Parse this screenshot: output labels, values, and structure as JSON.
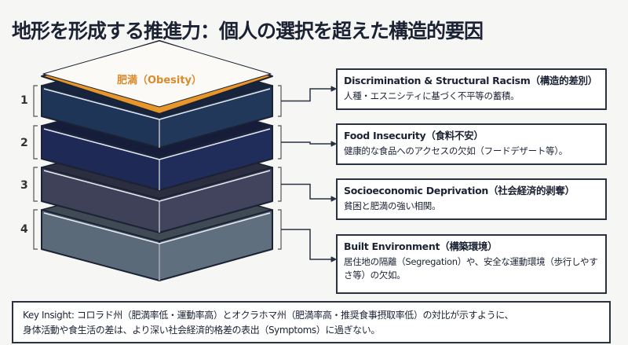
{
  "title": "地形を形成する推進力：個人の選択を超えた構造的要因",
  "top_label": "肥満（Obesity）",
  "colors": {
    "accent": "#e8952a",
    "layer1": "#1f3557",
    "layer2": "#1e2a55",
    "layer3": "#3e4158",
    "layer4": "#5a6a78"
  },
  "layers": [
    {
      "number": "1",
      "heading": "Discrimination & Structural Racism（構造的差別）",
      "desc": "人種・エスニシティに基づく不平等の蓄積。"
    },
    {
      "number": "2",
      "heading": "Food Insecurity（食料不安）",
      "desc": "健康的な食品へのアクセスの欠如（フードデザート等）。"
    },
    {
      "number": "3",
      "heading": "Socioeconomic Deprivation（社会経済的剥奪）",
      "desc": "貧困と肥満の強い相関。"
    },
    {
      "number": "4",
      "heading": "Built Environment（構築環境）",
      "desc": "居住地の隔離（Segregation）や、安全な運動環境（歩行しやすさ等）の欠如。"
    }
  ],
  "insight": {
    "line1": "Key Insight: コロラド州（肥満率低・運動率高）とオクラホマ州（肥満率高・推奨食事摂取率低）の対比が示すように、",
    "line2": "身体活動や食生活の差は、より深い社会経済的格差の表出（Symptoms）に過ぎない。"
  }
}
